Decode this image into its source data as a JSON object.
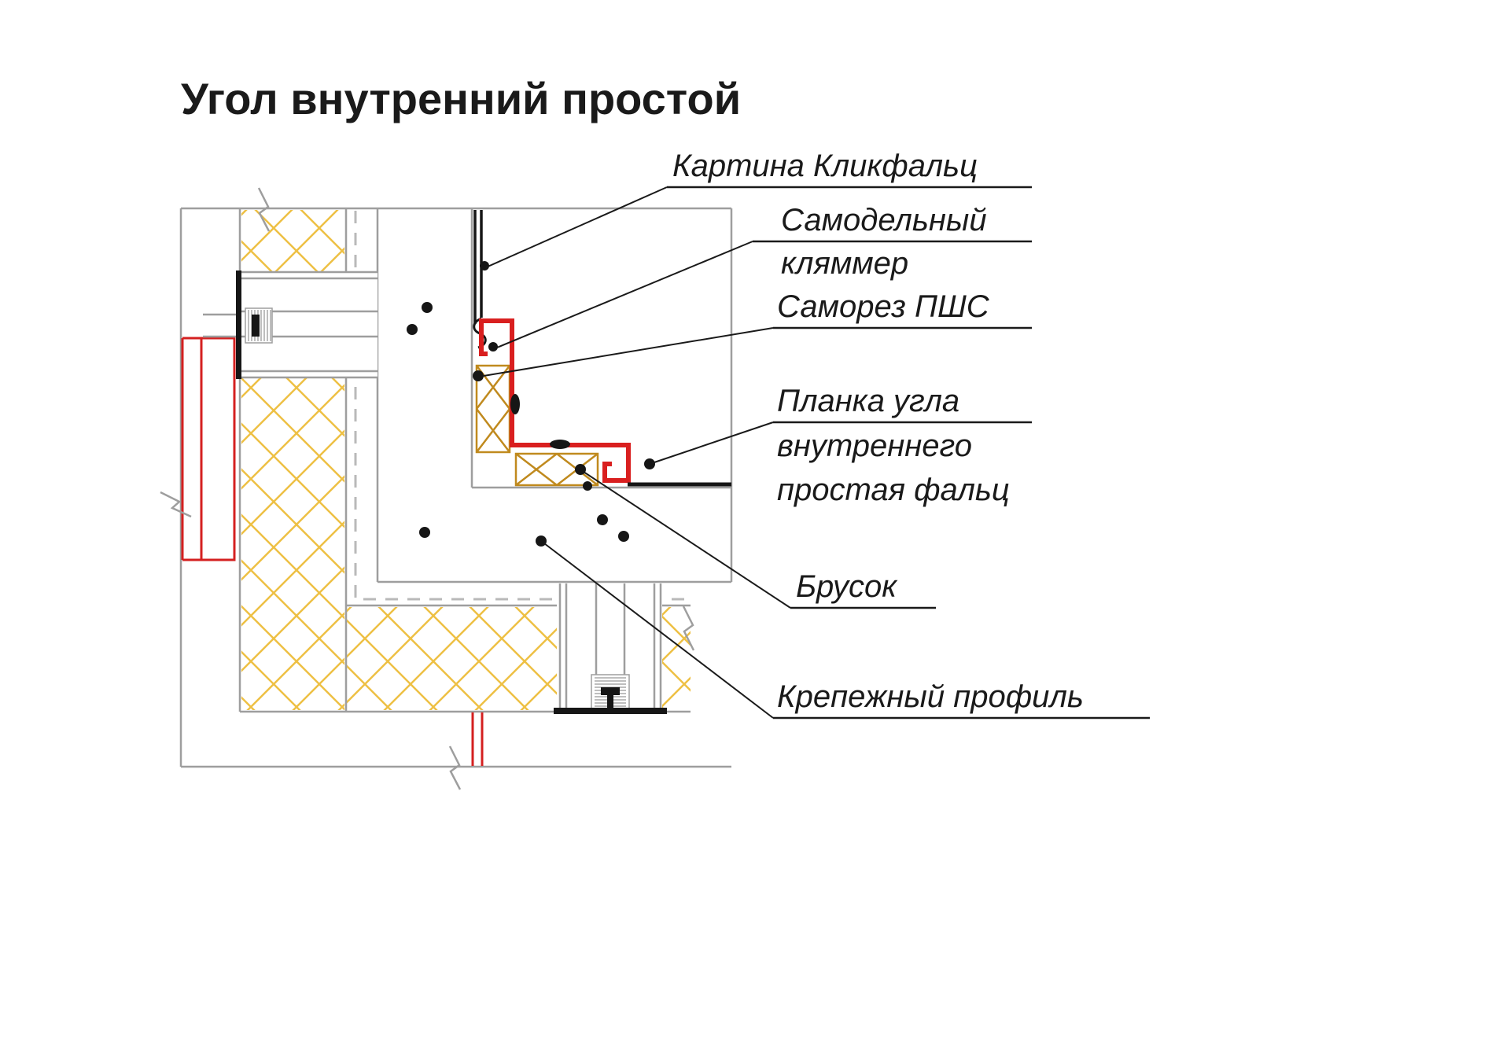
{
  "title": "Угол внутренний простой",
  "labels": {
    "kartina": {
      "text": "Картина Кликфальц"
    },
    "klyammer": {
      "line1": "Самодельный",
      "line2": "кляммер"
    },
    "samorez": {
      "text": "Саморез ПШС"
    },
    "planka": {
      "line1": "Планка угла",
      "line2": "внутреннего",
      "line3": "простая фальц"
    },
    "brusok": {
      "text": "Брусок"
    },
    "profil": {
      "text": "Крепежный профиль"
    }
  },
  "colors": {
    "profile_red": "#d91f1f",
    "insulation_yellow": "#eec044",
    "wood": "#c08a1e",
    "wall_gray": "#9e9e9e",
    "line_black": "#161616",
    "background": "#ffffff"
  }
}
